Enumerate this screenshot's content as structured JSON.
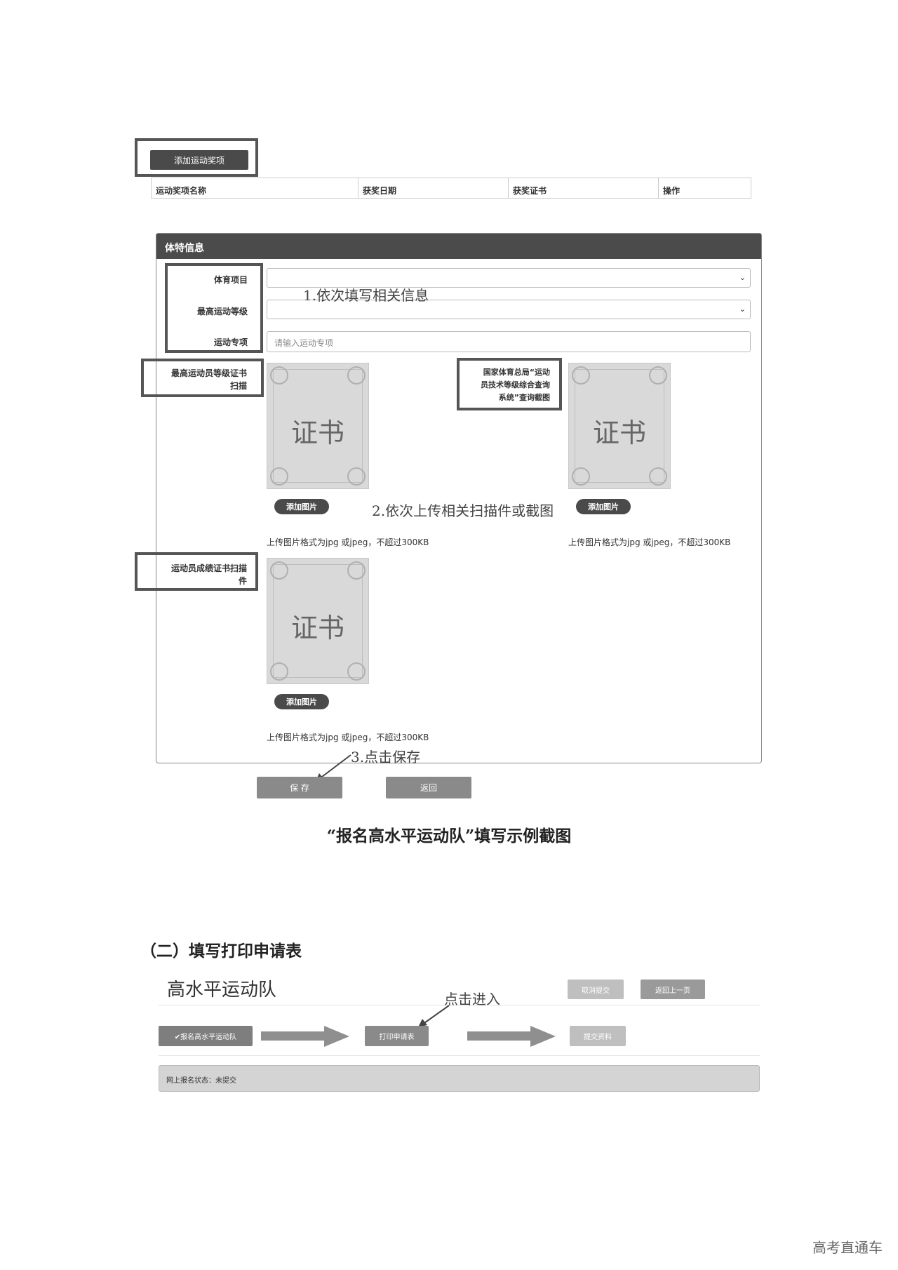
{
  "awards": {
    "add_button": "添加运动奖项",
    "columns": [
      "运动奖项名称",
      "获奖日期",
      "获奖证书",
      "操作"
    ]
  },
  "physique": {
    "panel_title": "体特信息",
    "labels": {
      "sport": "体育项目",
      "level": "最高运动等级",
      "specialty": "运动专项",
      "level_cert_line1": "最高运动员等级证书",
      "level_cert_line2": "扫描",
      "query_line1": "国家体育总局“运动",
      "query_line2": "员技术等级综合查询",
      "query_line3": "系统”查询截图",
      "score_cert_line1": "运动员成绩证书扫描",
      "score_cert_line2": "件"
    },
    "specialty_placeholder": "请输入运动专项",
    "cert_text": "证书",
    "add_image": "添加图片",
    "upload_hint": "上传图片格式为jpg 或jpeg，不超过300KB"
  },
  "annotations": {
    "step1": "1.依次填写相关信息",
    "step2": "2.依次上传相关扫描件或截图",
    "step3": "3.点击保存",
    "enter": "点击进入"
  },
  "form_buttons": {
    "save": "保 存",
    "back": "返回"
  },
  "caption": "“报名高水平运动队”填写示例截图",
  "section_title": "（二）填写打印申请表",
  "flow": {
    "title": "高水平运动队",
    "cancel_submit": "取消提交",
    "return_prev": "返回上一页",
    "step_register": "✔报名高水平运动队",
    "step_print": "打印申请表",
    "step_submit": "提交资料",
    "status": "网上报名状态：未提交"
  },
  "footer": "高考直通车"
}
